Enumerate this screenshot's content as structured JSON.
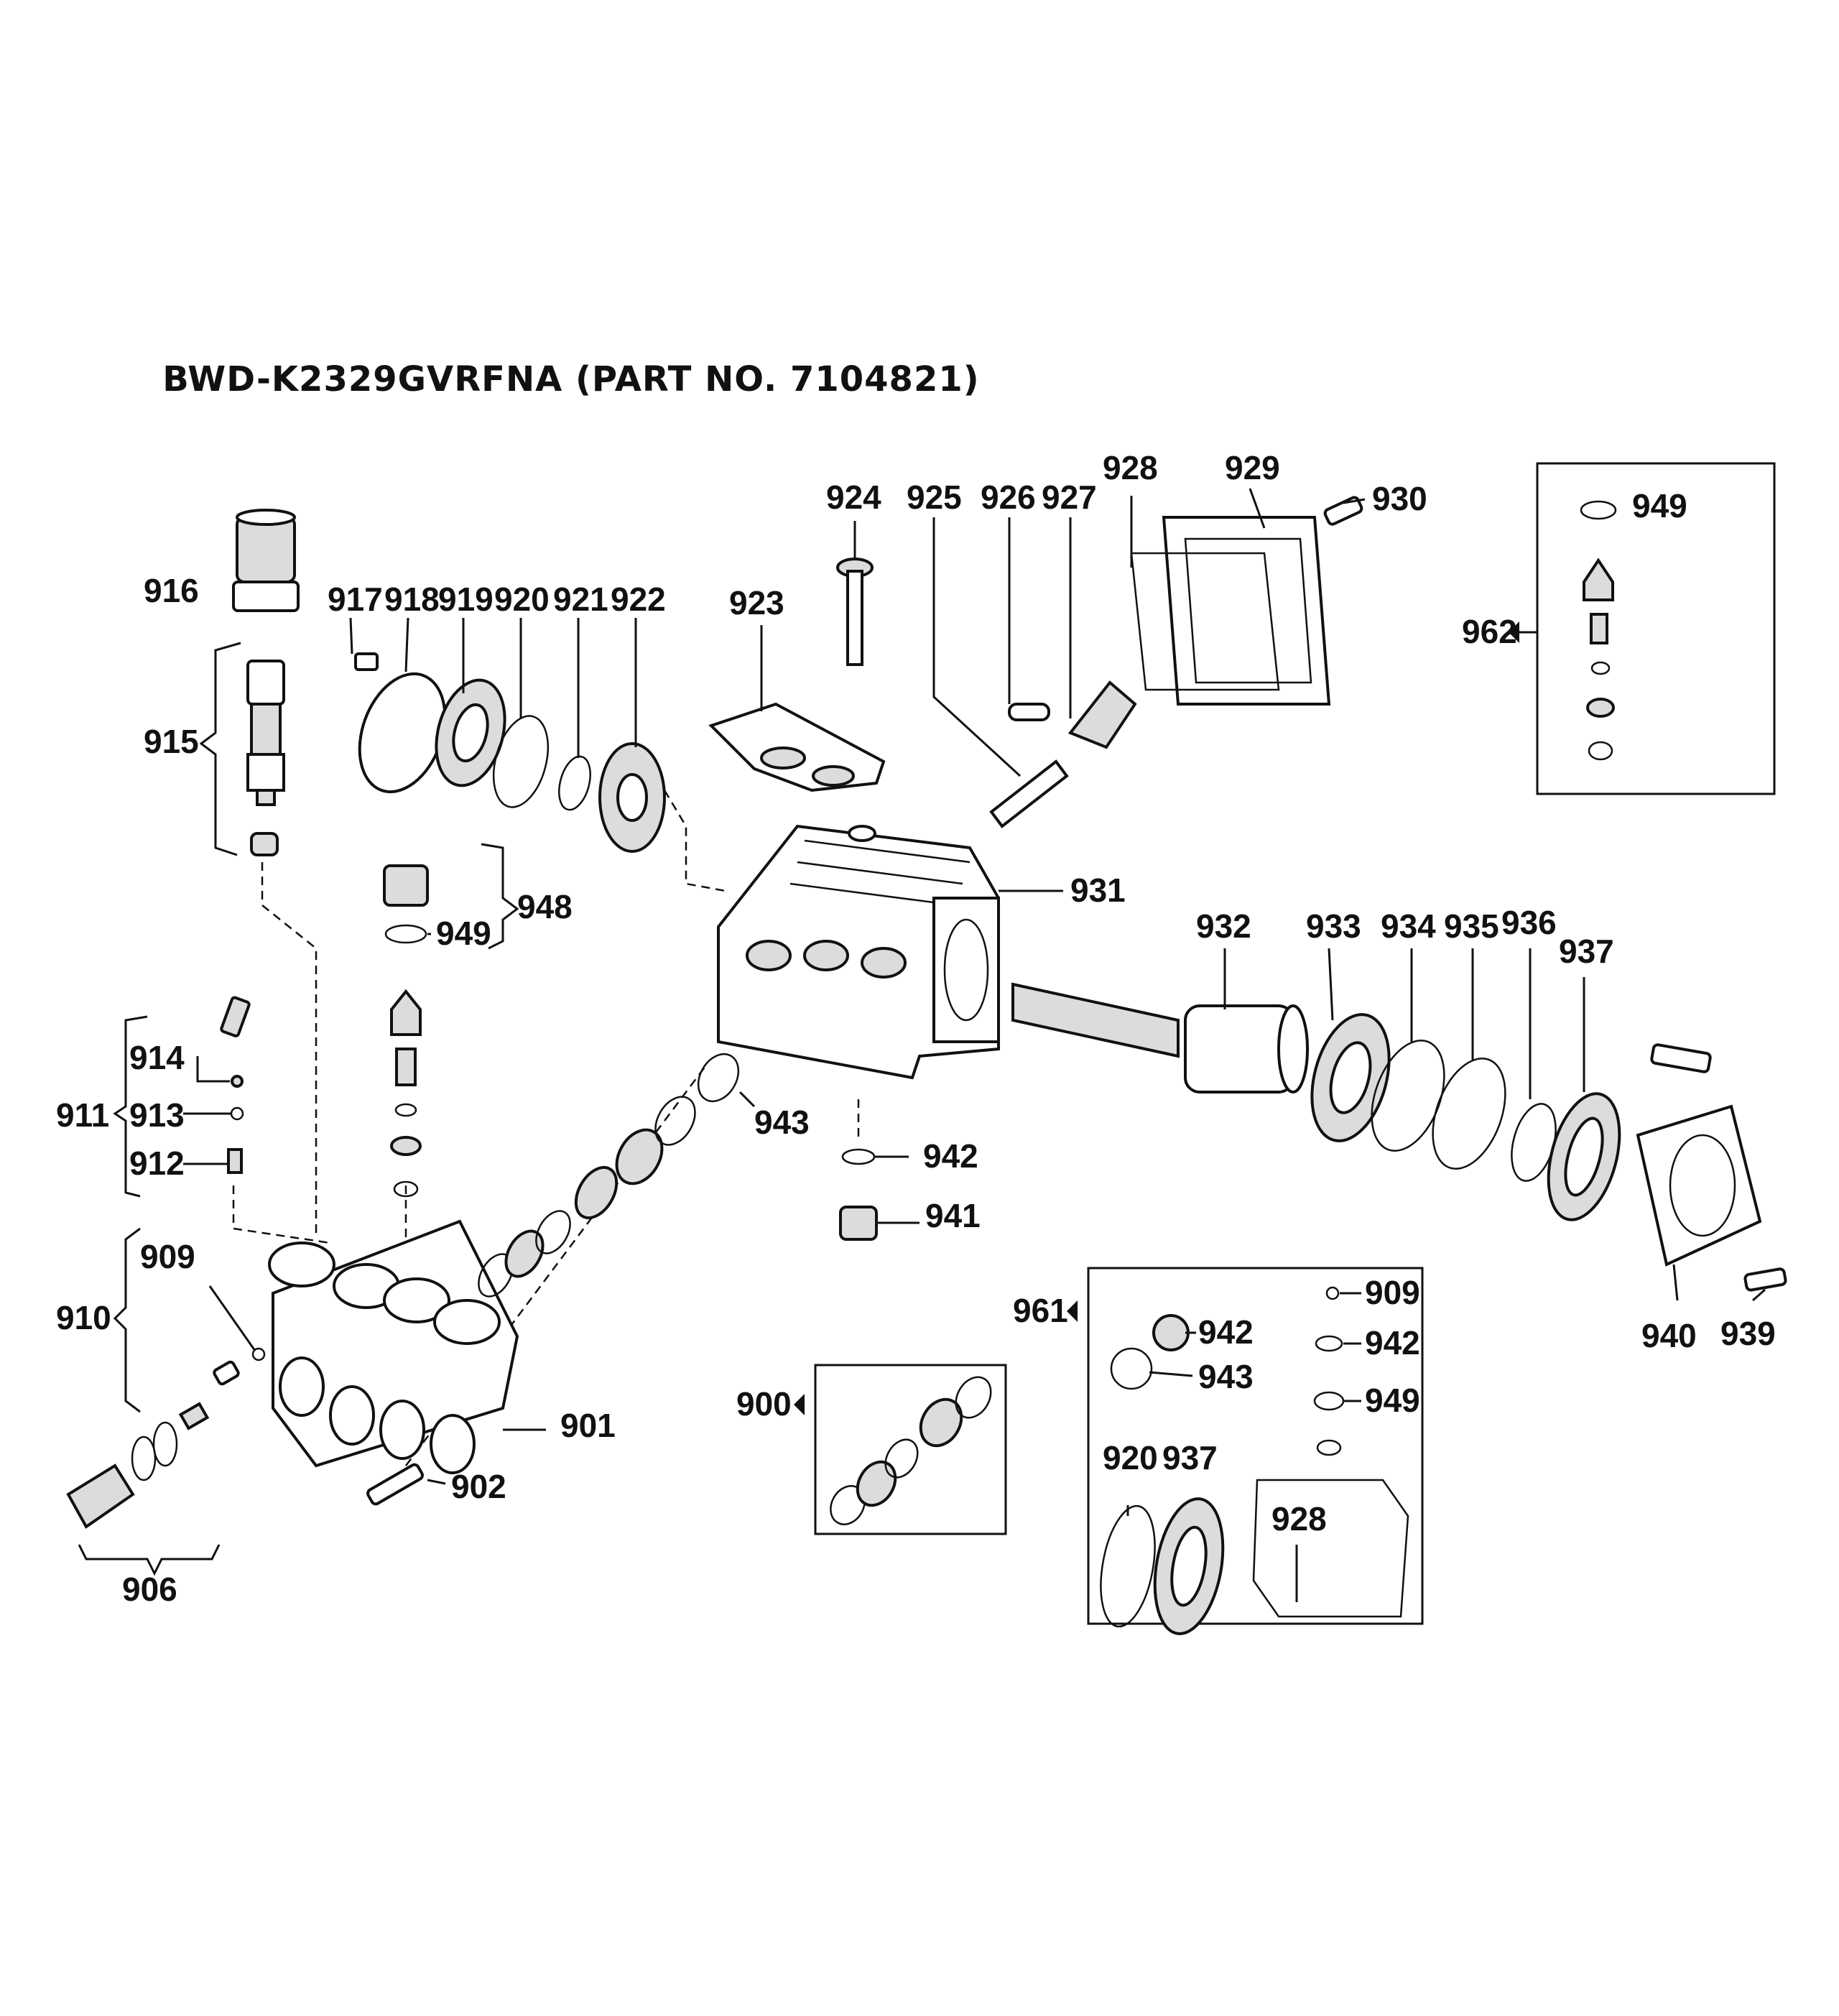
{
  "title": "BWD-K2329GVRFNA (PART NO. 7104821)",
  "labels": {
    "p900": "900",
    "p901": "901",
    "p902": "902",
    "p906": "906",
    "p909": "909",
    "p910": "910",
    "p911": "911",
    "p912": "912",
    "p913": "913",
    "p914": "914",
    "p915": "915",
    "p916": "916",
    "p917": "917",
    "p918": "918",
    "p919": "919",
    "p920": "920",
    "p921": "921",
    "p922": "922",
    "p923": "923",
    "p924": "924",
    "p925": "925",
    "p926": "926",
    "p927": "927",
    "p928": "928",
    "p929": "929",
    "p930": "930",
    "p931": "931",
    "p932": "932",
    "p933": "933",
    "p934": "934",
    "p935": "935",
    "p936": "936",
    "p937": "937",
    "p939": "939",
    "p940": "940",
    "p941": "941",
    "p942": "942",
    "p943": "943",
    "p948": "948",
    "p949": "949",
    "p961": "961",
    "p962": "962"
  },
  "kit_962": {
    "p949": "949"
  },
  "kit_961": {
    "p942a": "942",
    "p943": "943",
    "p909": "909",
    "p942b": "942",
    "p949": "949",
    "p920": "920",
    "p937": "937",
    "p928": "928"
  }
}
